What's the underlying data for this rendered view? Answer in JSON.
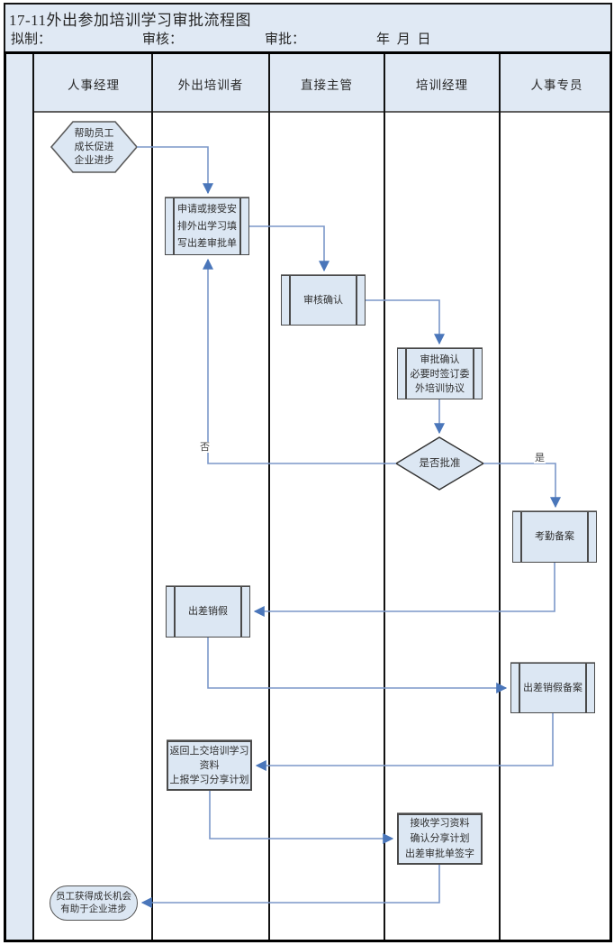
{
  "title": "17-11外出参加培训学习审批流程图",
  "meta": {
    "draft_label": "拟制：",
    "review_label": "审核：",
    "approve_label": "审批：",
    "date_label": "年 月 日"
  },
  "lanes": [
    "人事经理",
    "外出培训者",
    "直接主管",
    "培训经理",
    "人事专员"
  ],
  "nodes": {
    "start_hexagon": "帮助员工\n成长促进\n企业进步",
    "apply_box": "申请或接受安\n排外出学习填\n写出差审批单",
    "review_box": "审核确认",
    "approve_box": "审批确认\n必要时签订委\n外培训协议",
    "decision_diamond": "是否批准",
    "attendance_box": "考勤备案",
    "cancel_leave_box": "出差销假",
    "cancel_record_box": "出差销假备案",
    "return_box": "返回上交培训学习\n资料\n上报学习分享计划",
    "receive_box": "接收学习资料\n确认分享计划\n出差审批单签字",
    "end_terminator": "员工获得成长机会\n有助于企业进步"
  },
  "edge_labels": {
    "yes": "是",
    "no": "否"
  },
  "colors": {
    "band_fill": "#e0e9f4",
    "shape_fill": "#dce7f3",
    "connector": "#7b97c9",
    "arrowhead": "#4a76ba",
    "table_border": "#000000"
  }
}
